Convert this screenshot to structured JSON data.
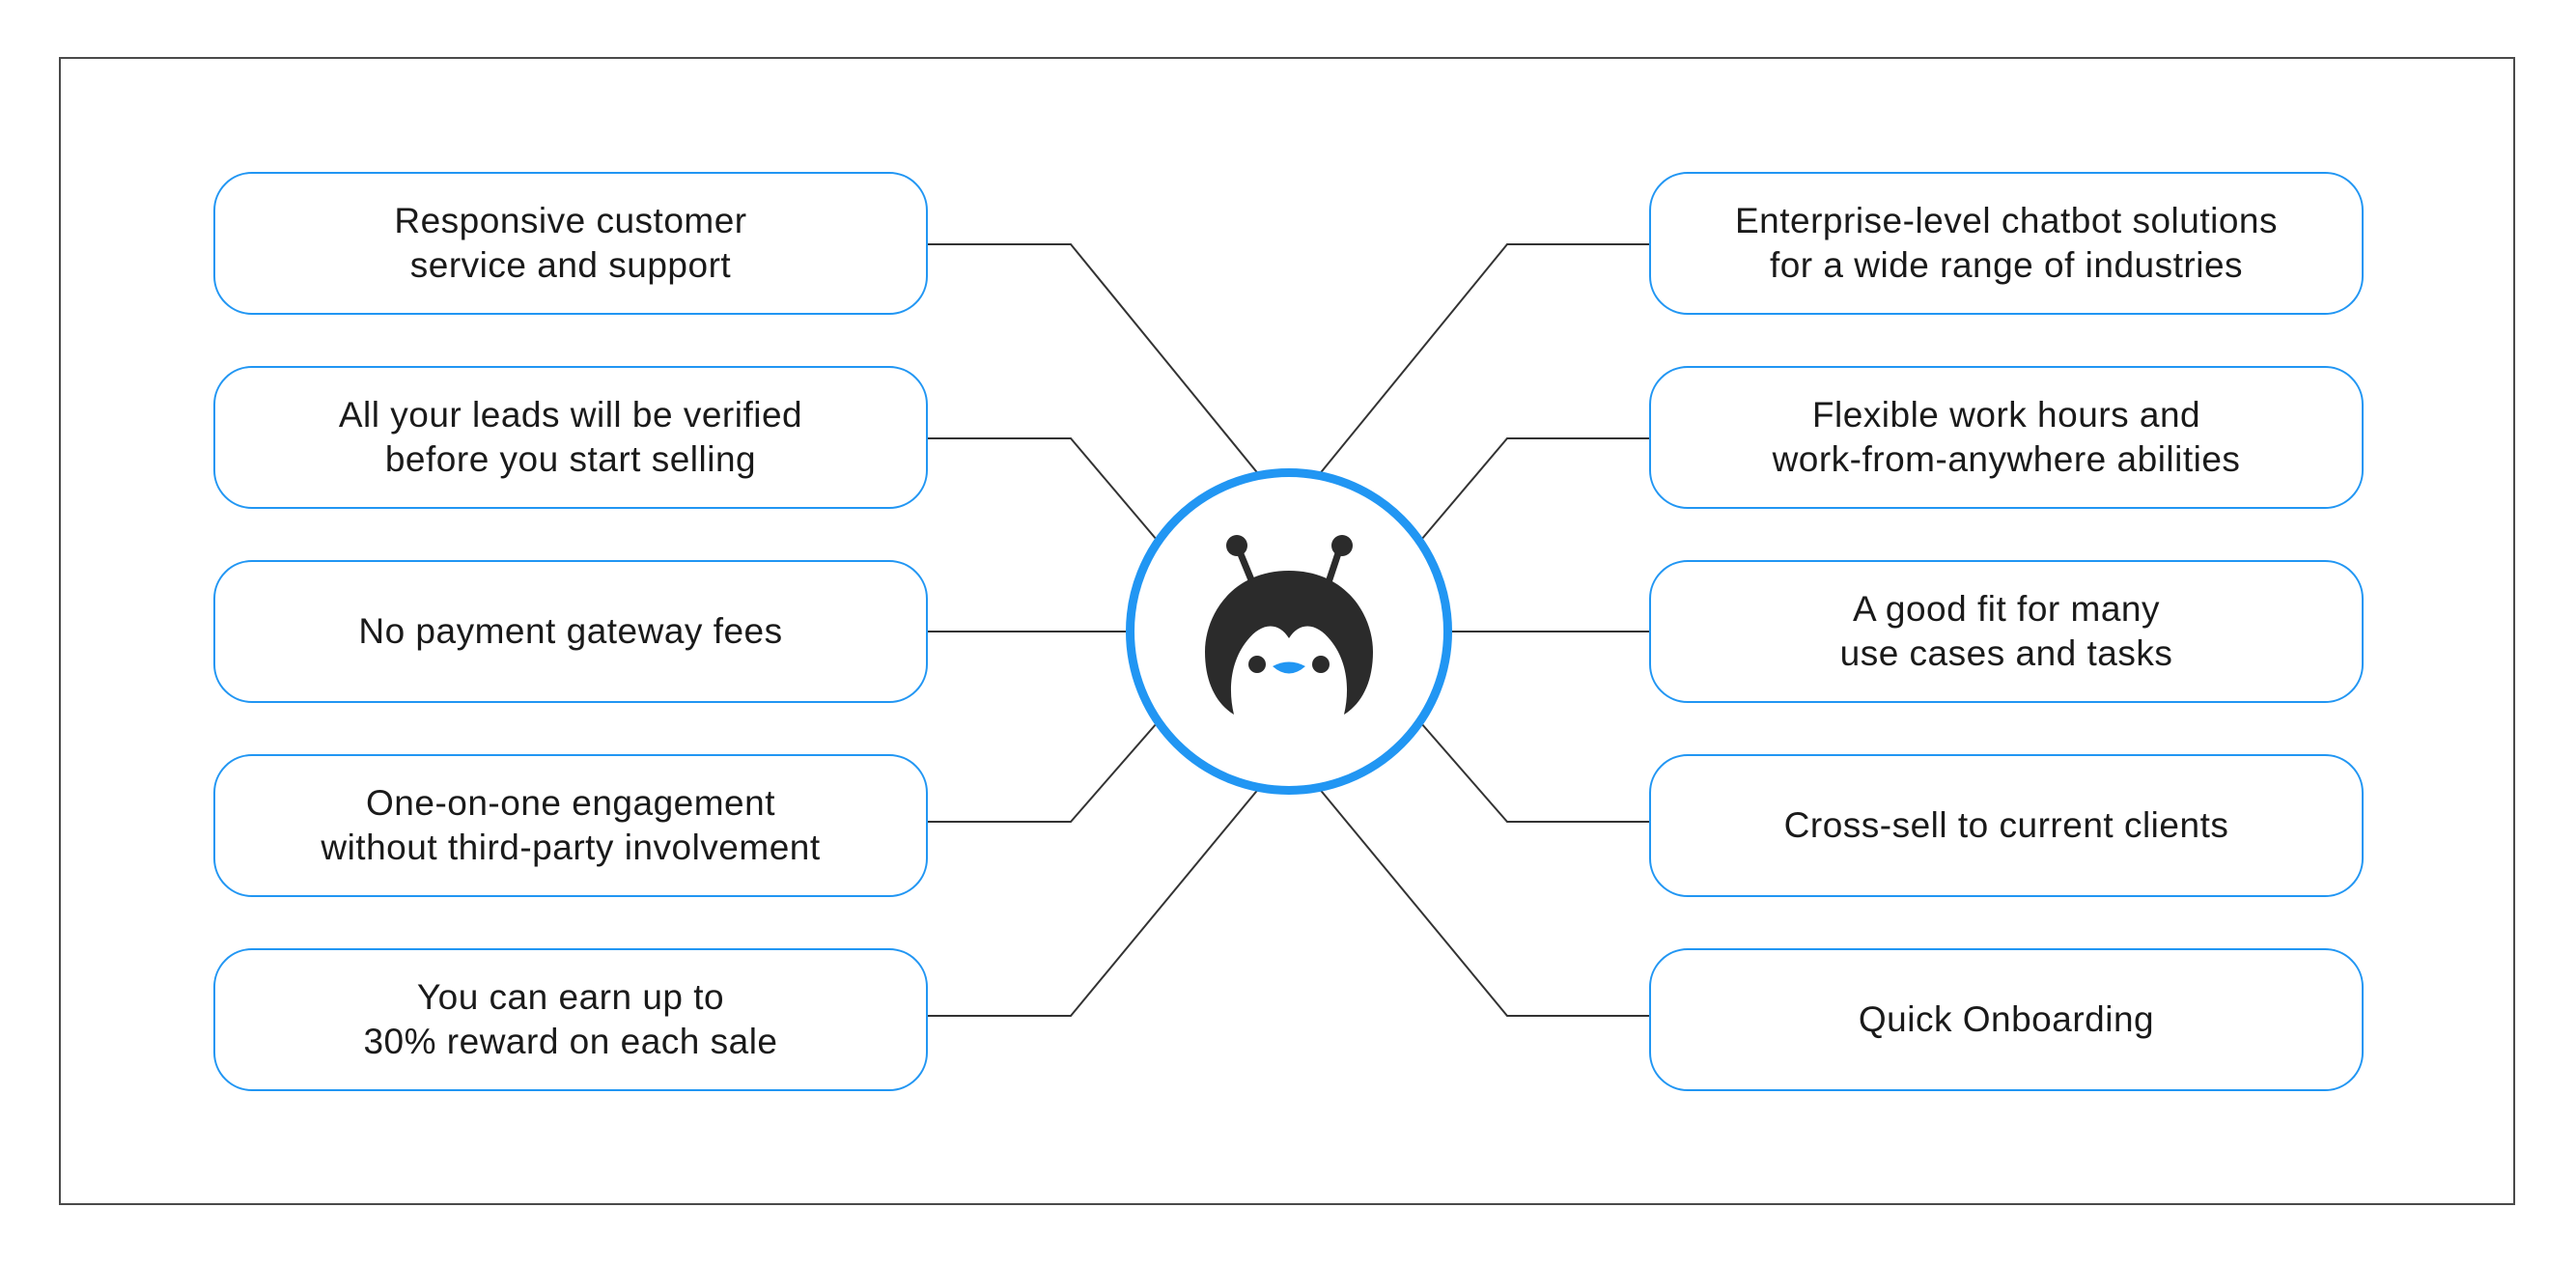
{
  "colors": {
    "accent": "#2196f3",
    "text": "#1a1a1a",
    "line": "#333333",
    "mascot_body": "#2b2b2b"
  },
  "hub": {
    "icon": "bot-mascot-icon"
  },
  "left_items": [
    {
      "label": "Responsive customer\nservice and support"
    },
    {
      "label": "All your leads will be verified\nbefore you start selling"
    },
    {
      "label": "No payment gateway fees"
    },
    {
      "label": "One-on-one engagement\nwithout third-party involvement"
    },
    {
      "label": "You can earn up to\n30% reward on each sale"
    }
  ],
  "right_items": [
    {
      "label": "Enterprise-level chatbot solutions\nfor a wide range of industries"
    },
    {
      "label": "Flexible work hours and\nwork-from-anywhere abilities"
    },
    {
      "label": "A good fit for many\nuse cases and tasks"
    },
    {
      "label": "Cross-sell to current clients"
    },
    {
      "label": "Quick Onboarding"
    }
  ]
}
